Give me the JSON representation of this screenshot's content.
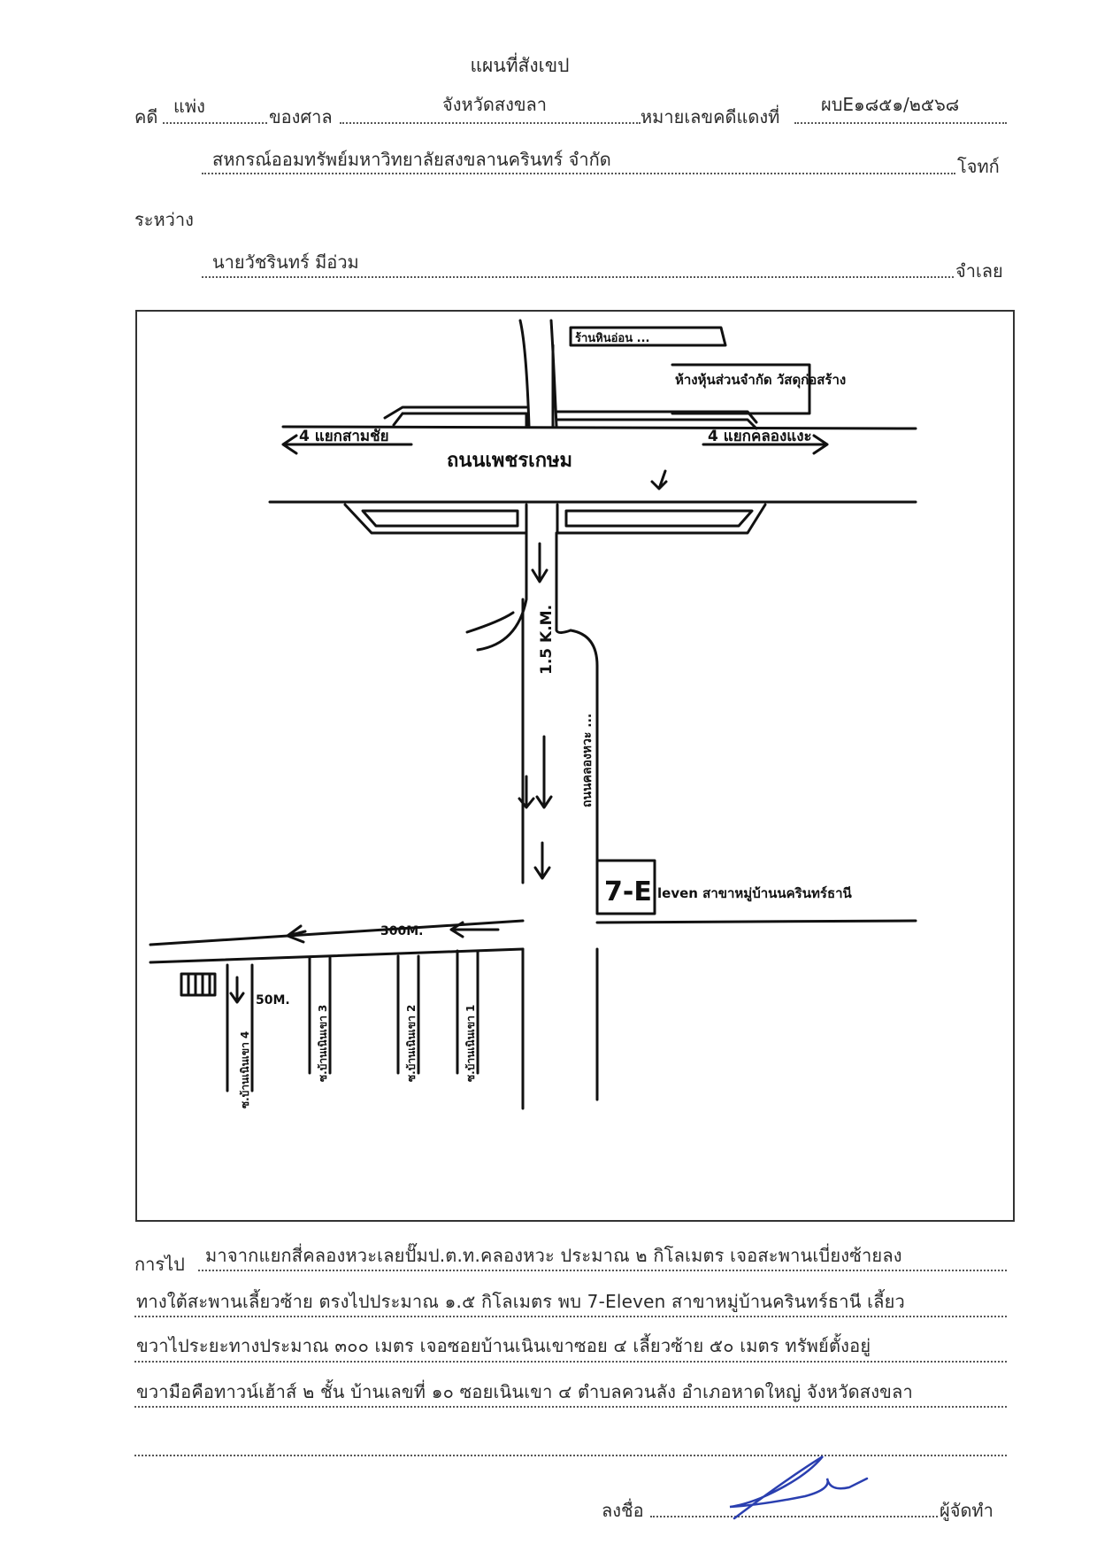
{
  "document": {
    "title": "แผนที่สังเขป",
    "case_label": "คดี",
    "case_type": "แพ่ง",
    "court_label": "ของศาล",
    "court_name": "จังหวัดสงขลา",
    "red_no_label": "หมายเลขคดีแดงที่",
    "red_no": "ผบE๑๘๕๑/๒๕๖๘",
    "plaintiff_name": "สหกรณ์ออมทรัพย์มหาวิทยาลัยสงขลานครินทร์ จำกัด",
    "plaintiff_label": "โจทก์",
    "between_label": "ระหว่าง",
    "defendant_name": "นายวัชรินทร์ มีอ่วม",
    "defendant_label": "จำเลย"
  },
  "map": {
    "road_main": "ถนนเพชรเกษม",
    "left_arrow_text": "4 แยกสามชัย",
    "right_arrow_text": "4 แยกคลองแงะ",
    "top_building_1": "ร้านหินอ่อน ...",
    "top_building_2": "ห้างหุ้นส่วนจำกัด วัสดุก่อสร้าง",
    "distance_1": "1.5 K.M.",
    "side_road": "ถนนคลองหวะ ...",
    "seven_box": "7-E",
    "seven_text": "leven สาขาหมู่บ้านนครินทร์ธานี",
    "distance_2": "300M.",
    "soi_1": "ซ.บ้านเนินเขา 4",
    "soi_1_dist": "50M.",
    "soi_2": "ซ.บ้านเนินเขา 3",
    "soi_3": "ซ.บ้านเนินเขา 2",
    "soi_4": "ซ.บ้านเนินเขา 1"
  },
  "directions": {
    "label": "การไป",
    "line1": "มาจากแยกสี่คลองหวะเลยปั๊มป.ต.ท.คลองหวะ ประมาณ ๒ กิโลเมตร เจอสะพานเบี่ยงซ้ายลง",
    "line2": "ทางใต้สะพานเลี้ยวซ้าย ตรงไปประมาณ ๑.๕ กิโลเมตร พบ 7-Eleven สาขาหมู่บ้านครินทร์ธานี เลี้ยว",
    "line3": "ขวาไประยะทางประมาณ ๓๐๐ เมตร เจอซอยบ้านเนินเขาซอย ๔ เลี้ยวซ้าย ๕๐ เมตร ทรัพย์ตั้งอยู่",
    "line4": "ขวามือคือทาวน์เฮ้าส์ ๒ ชั้น บ้านเลขที่ ๑๐ ซอยเนินเขา ๔ ตำบลควนลัง อำเภอหาดใหญ่ จังหวัดสงขลา"
  },
  "signature": {
    "label": "ลงชื่อ",
    "role": "ผู้จัดทำ"
  }
}
